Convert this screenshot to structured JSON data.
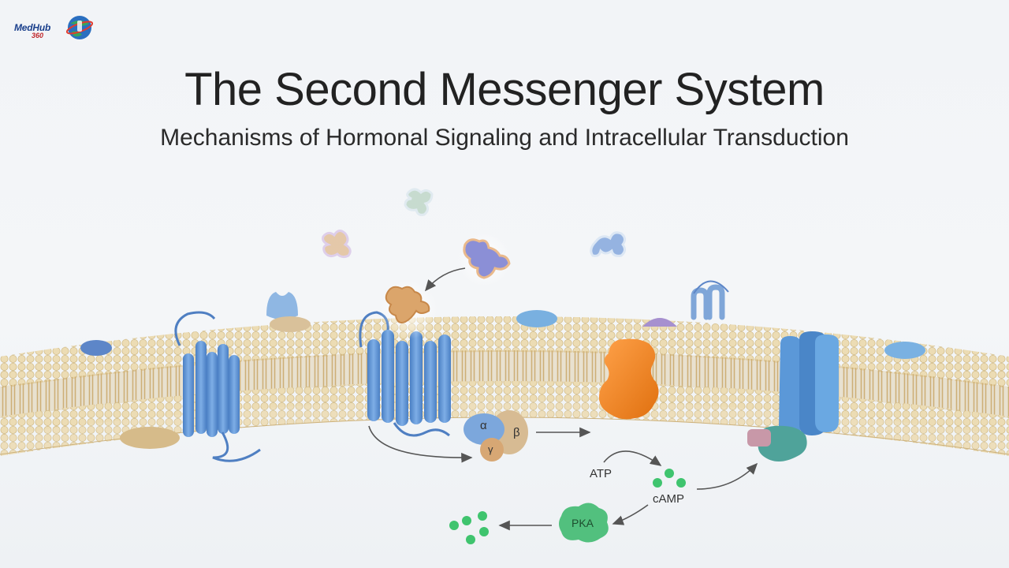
{
  "logo": {
    "name": "MedHub",
    "suffix": "360"
  },
  "title": "The Second Messenger System",
  "subtitle": "Mechanisms of Hormonal Signaling and Intracellular Transduction",
  "g_protein": {
    "alpha": "α",
    "beta": "β",
    "gamma": "γ"
  },
  "labels": {
    "atp": "ATP",
    "camp": "cAMP",
    "pka": "PKA"
  },
  "colors": {
    "receptor": "#5b8fd0",
    "adenylyl_cyclase": "#f08a24",
    "pka": "#52c07e",
    "camp_dot": "#3fc46e",
    "hormone": "#d9a36a",
    "membrane_head": "#e9d6a8",
    "membrane_tail": "#c9a86b"
  }
}
